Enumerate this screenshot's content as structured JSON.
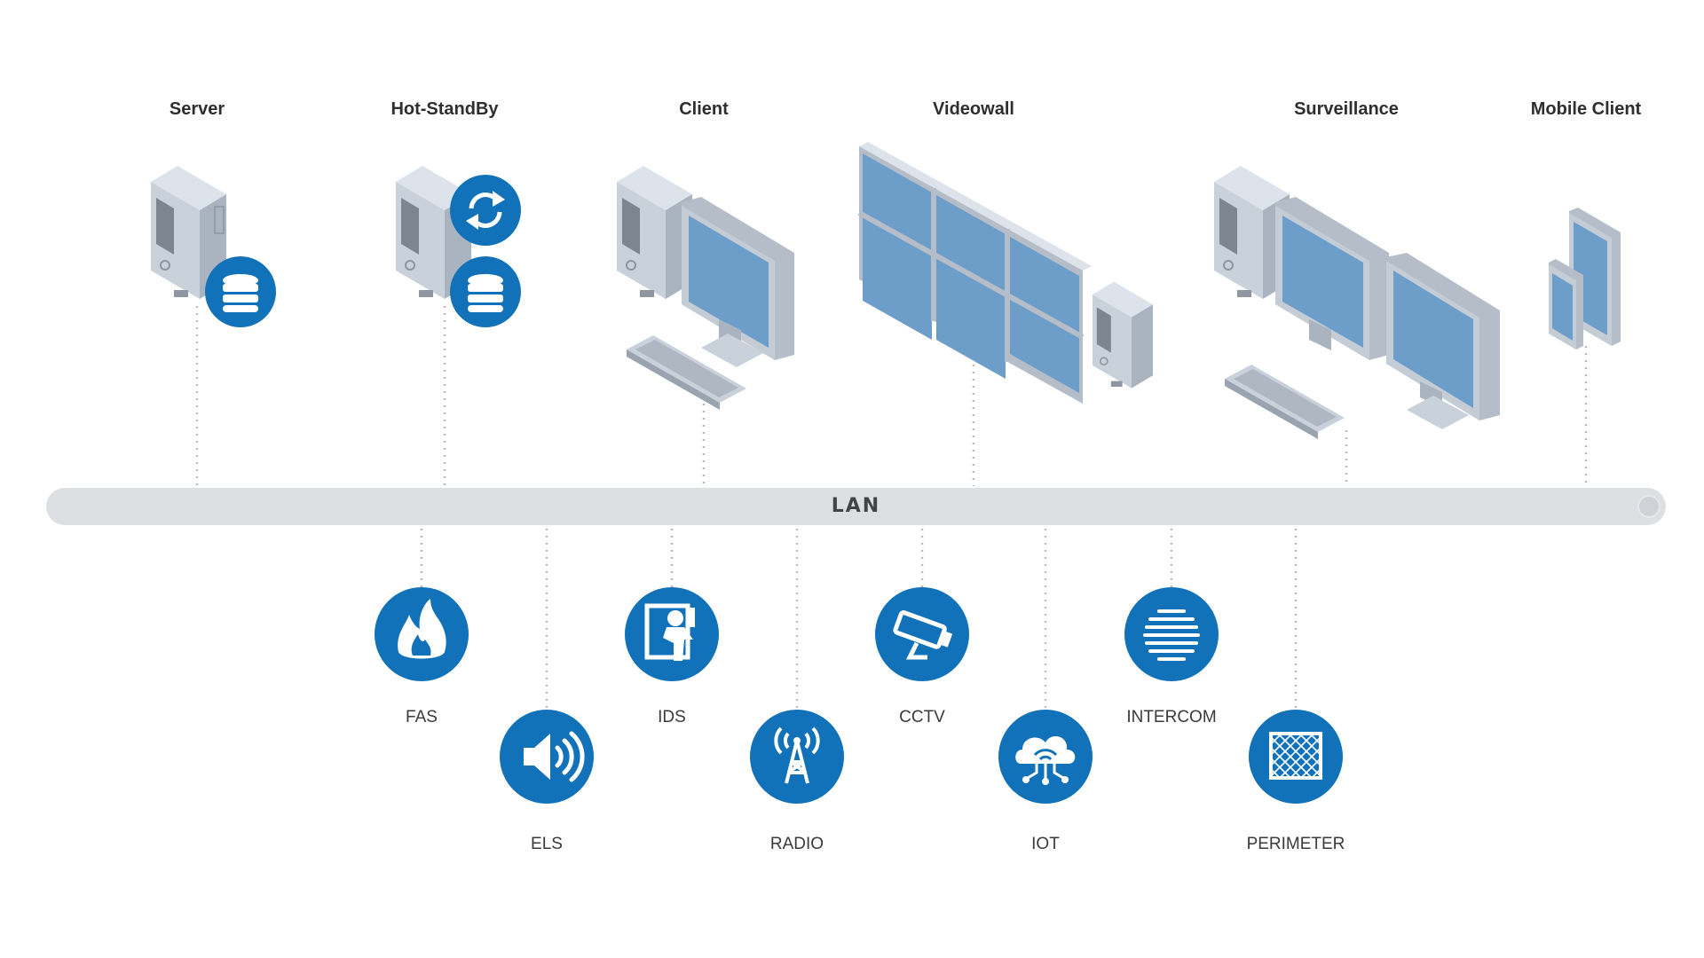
{
  "devices": {
    "server": "Server",
    "hot_standby": "Hot-StandBy",
    "client": "Client",
    "videowall": "Videowall",
    "surveillance": "Surveillance",
    "mobile_client": "Mobile Client"
  },
  "network": {
    "lan": "LAN"
  },
  "subsystems": {
    "fas": "FAS",
    "els": "ELS",
    "ids": "IDS",
    "radio": "RADIO",
    "cctv": "CCTV",
    "iot": "IOT",
    "intercom": "INTERCOM",
    "perimeter": "PERIMETER"
  },
  "colors": {
    "accent_blue": "#1272b9",
    "screen_blue": "#6d9dc9",
    "device_gray": "#c4ccd6",
    "lan_gray": "#dde0e3",
    "connector_gray": "#b9bcbf"
  },
  "icons": {
    "database": "database-icon",
    "sync": "sync-icon",
    "fas": "fire-icon",
    "els": "speaker-icon",
    "ids": "intruder-icon",
    "radio": "radio-tower-icon",
    "cctv": "camera-icon",
    "iot": "cloud-wifi-icon",
    "intercom": "intercom-grille-icon",
    "perimeter": "fence-icon"
  }
}
